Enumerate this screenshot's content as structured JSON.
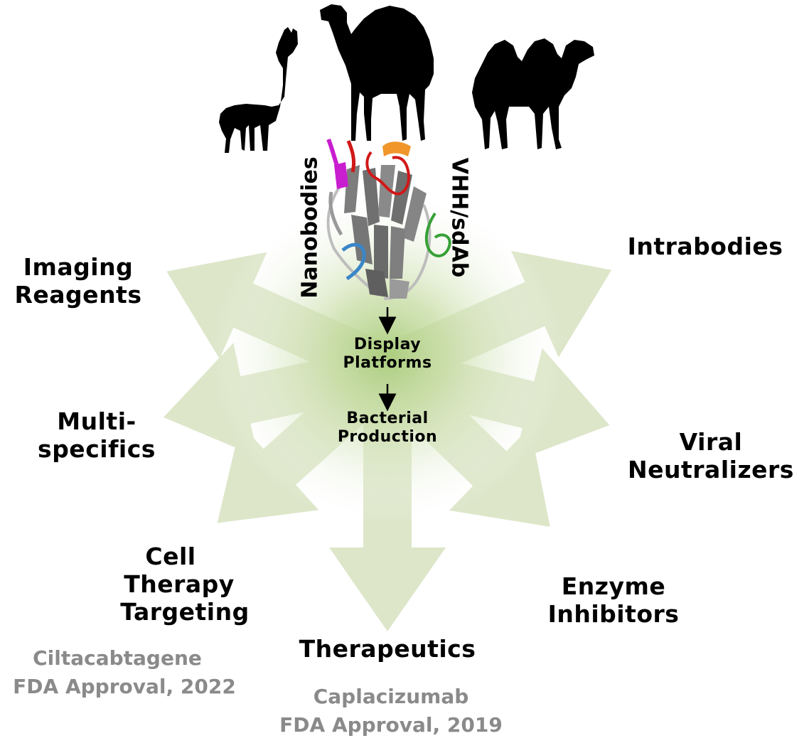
{
  "animals": [
    {
      "name": "llama-silhouette"
    },
    {
      "name": "dromedary-camel-silhouette"
    },
    {
      "name": "bactrian-camel-silhouette"
    }
  ],
  "center": {
    "left_vertical": "Nanobodies",
    "right_vertical": "VHH/sdAb",
    "step1": [
      "Display",
      "Platforms"
    ],
    "step2": [
      "Bacterial",
      "Production"
    ]
  },
  "applications": {
    "imaging": [
      "Imaging",
      "Reagents"
    ],
    "intrabodies": [
      "Intrabodies"
    ],
    "multispecifics": [
      "Multi-",
      "specifics"
    ],
    "viral": [
      "Viral",
      "Neutralizers"
    ],
    "cell_therapy": [
      "Cell",
      "Therapy",
      "Targeting"
    ],
    "enzyme": [
      "Enzyme",
      "Inhibitors"
    ],
    "therapeutics": [
      "Therapeutics"
    ]
  },
  "approvals": {
    "cilta": [
      "Ciltacabtagene",
      "FDA Approval, 2022"
    ],
    "capla": [
      "Caplacizumab",
      "FDA Approval, 2019"
    ]
  },
  "colors": {
    "arrow": "#dde6c9",
    "glow": "#a9cc7a",
    "grey_text": "#8a8a8a",
    "ribbon": "#7d7d7d",
    "loop_magenta": "#c81ed0",
    "loop_red": "#d01818",
    "loop_orange": "#f0962a",
    "loop_blue": "#3a86c8",
    "loop_green": "#36a036"
  }
}
